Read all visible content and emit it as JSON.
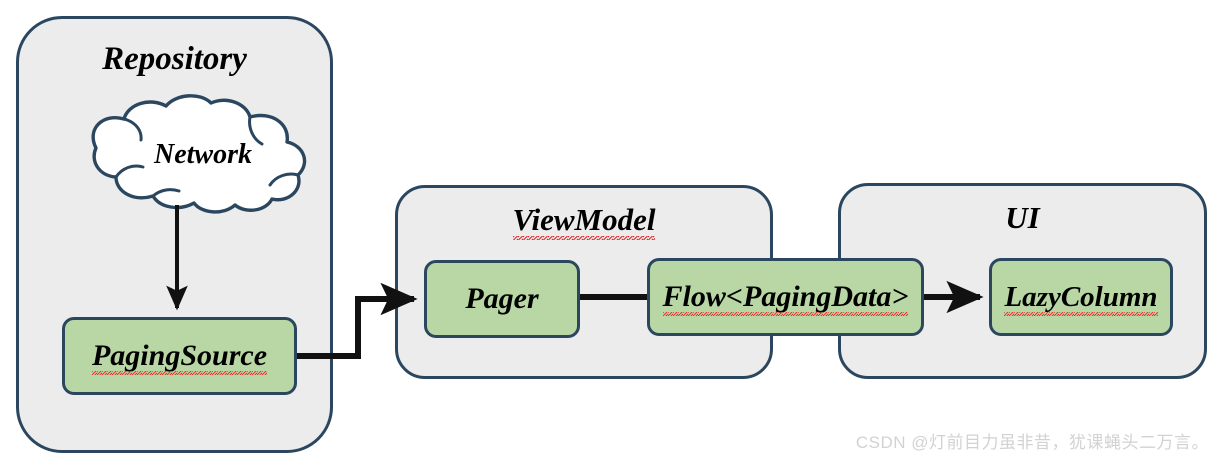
{
  "diagram": {
    "title": "Android Paging architecture flow",
    "colors": {
      "group_fill": "#ececec",
      "group_stroke": "#2b475f",
      "node_fill": "#b9d7a4",
      "node_stroke": "#2b475f",
      "connector": "#111111",
      "cloud_fill": "#ffffff",
      "cloud_stroke": "#2b475f",
      "spellcheck_underline": "#e02020",
      "watermark_text": "#d2d2d2"
    }
  },
  "groups": {
    "repository": {
      "label": "Repository",
      "spellcheck": false
    },
    "viewmodel": {
      "label": "ViewModel",
      "spellcheck": true
    },
    "ui": {
      "label": "UI",
      "spellcheck": false
    }
  },
  "nodes": {
    "network": {
      "label": "Network",
      "shape": "cloud",
      "spellcheck": false
    },
    "paging_source": {
      "label": "PagingSource",
      "shape": "rounded-rect",
      "spellcheck": true
    },
    "pager": {
      "label": "Pager",
      "shape": "rounded-rect",
      "spellcheck": false
    },
    "flow": {
      "label": "Flow<PagingData>",
      "shape": "rounded-rect",
      "spellcheck": true
    },
    "lazy_column": {
      "label": "LazyColumn",
      "shape": "rounded-rect",
      "spellcheck": true
    }
  },
  "connectors": [
    {
      "name": "network-to-pagingsource",
      "from": "network",
      "to": "paging_source",
      "arrow": "end",
      "style": "straight-vertical"
    },
    {
      "name": "pagingsource-to-pager",
      "from": "paging_source",
      "to": "pager",
      "arrow": "end",
      "style": "orthogonal"
    },
    {
      "name": "pager-to-flow",
      "from": "pager",
      "to": "flow",
      "arrow": "none",
      "style": "straight-horizontal"
    },
    {
      "name": "flow-to-lazycolumn",
      "from": "flow",
      "to": "lazy_column",
      "arrow": "end",
      "style": "straight-horizontal"
    }
  ],
  "watermark": {
    "text": "CSDN @灯前目力虽非昔，犹课蝇头二万言。"
  }
}
